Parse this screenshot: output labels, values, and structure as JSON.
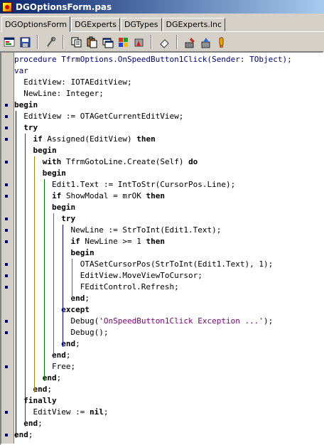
{
  "window": {
    "title": "DGOptionsForm.pas"
  },
  "tabs": [
    {
      "label": "DGOptionsForm",
      "active": true
    },
    {
      "label": "DGExperts",
      "active": false
    },
    {
      "label": "DGTypes",
      "active": false
    },
    {
      "label": "DGExperts.Inc",
      "active": false
    }
  ],
  "toolbar": {
    "icons": [
      "options-icon",
      "save-icon",
      "compile-icon",
      "copy-icon",
      "paste-icon",
      "form-icon",
      "windows-icon",
      "debug-icon",
      "run-icon",
      "eraser-icon",
      "brush-icon",
      "clean-icon",
      "info-icon"
    ]
  },
  "code": {
    "lines": [
      {
        "bp": false,
        "parts": [
          {
            "t": "procedure TfrmOptions.OnSpeedButton1Click(Sender: TObject);",
            "c": "kw-plain"
          }
        ]
      },
      {
        "bp": false,
        "parts": [
          {
            "t": "var",
            "c": "kw-plain"
          }
        ]
      },
      {
        "bp": false,
        "parts": [
          {
            "t": "  EditView: IOTAEditView;",
            "c": "ind"
          }
        ]
      },
      {
        "bp": false,
        "parts": [
          {
            "t": "  NewLine: Integer;",
            "c": "ind"
          }
        ]
      },
      {
        "bp": true,
        "parts": [
          {
            "t": "begin",
            "c": "kw"
          }
        ]
      },
      {
        "bp": true,
        "parts": [
          {
            "t": "  EditView := OTAGetCurrentEditView;",
            "c": "ind"
          }
        ]
      },
      {
        "bp": true,
        "parts": [
          {
            "t": "  ",
            "c": "ind"
          },
          {
            "t": "try",
            "c": "kw"
          }
        ]
      },
      {
        "bp": true,
        "parts": [
          {
            "t": "    ",
            "c": "ind"
          },
          {
            "t": "if",
            "c": "kw"
          },
          {
            "t": " Assigned(EditView) ",
            "c": "ind"
          },
          {
            "t": "then",
            "c": "kw"
          }
        ]
      },
      {
        "bp": false,
        "parts": [
          {
            "t": "    ",
            "c": "ind"
          },
          {
            "t": "begin",
            "c": "kw"
          }
        ]
      },
      {
        "bp": true,
        "parts": [
          {
            "t": "      ",
            "c": "ind"
          },
          {
            "t": "with",
            "c": "kw"
          },
          {
            "t": " TfrmGotoLine.Create(Self) ",
            "c": "ind"
          },
          {
            "t": "do",
            "c": "kw"
          }
        ]
      },
      {
        "bp": false,
        "parts": [
          {
            "t": "      ",
            "c": "ind"
          },
          {
            "t": "begin",
            "c": "kw"
          }
        ]
      },
      {
        "bp": true,
        "parts": [
          {
            "t": "        Edit1.Text := IntToStr(CursorPos.Line);",
            "c": "ind"
          }
        ]
      },
      {
        "bp": true,
        "parts": [
          {
            "t": "        ",
            "c": "ind"
          },
          {
            "t": "if",
            "c": "kw"
          },
          {
            "t": " ShowModal = mrOK ",
            "c": "ind"
          },
          {
            "t": "then",
            "c": "kw"
          }
        ]
      },
      {
        "bp": false,
        "parts": [
          {
            "t": "        ",
            "c": "ind"
          },
          {
            "t": "begin",
            "c": "kw"
          }
        ]
      },
      {
        "bp": true,
        "parts": [
          {
            "t": "          ",
            "c": "ind"
          },
          {
            "t": "try",
            "c": "kw"
          }
        ]
      },
      {
        "bp": true,
        "parts": [
          {
            "t": "            NewLine := StrToInt(Edit1.Text);",
            "c": "ind"
          }
        ]
      },
      {
        "bp": true,
        "parts": [
          {
            "t": "            ",
            "c": "ind"
          },
          {
            "t": "if",
            "c": "kw"
          },
          {
            "t": " NewLine >= 1 ",
            "c": "ind"
          },
          {
            "t": "then",
            "c": "kw"
          }
        ]
      },
      {
        "bp": false,
        "parts": [
          {
            "t": "            ",
            "c": "ind"
          },
          {
            "t": "begin",
            "c": "kw"
          }
        ]
      },
      {
        "bp": true,
        "parts": [
          {
            "t": "              OTASetCursorPos(StrToInt(Edit1.Text), 1);",
            "c": "ind"
          }
        ]
      },
      {
        "bp": true,
        "parts": [
          {
            "t": "              EditView.MoveViewToCursor;",
            "c": "ind"
          }
        ]
      },
      {
        "bp": true,
        "parts": [
          {
            "t": "              FEditControl.Refresh;",
            "c": "ind"
          }
        ]
      },
      {
        "bp": false,
        "parts": [
          {
            "t": "            ",
            "c": "ind"
          },
          {
            "t": "end",
            "c": "kw"
          },
          {
            "t": ";",
            "c": "ind"
          }
        ]
      },
      {
        "bp": false,
        "parts": [
          {
            "t": "          ",
            "c": "ind"
          },
          {
            "t": "except",
            "c": "kw"
          }
        ]
      },
      {
        "bp": true,
        "parts": [
          {
            "t": "            Debug(",
            "c": "ind"
          },
          {
            "t": "'OnSpeedButton1Click Exception ...'",
            "c": "str"
          },
          {
            "t": ");",
            "c": "ind"
          }
        ]
      },
      {
        "bp": true,
        "parts": [
          {
            "t": "            Debug();",
            "c": "ind"
          }
        ]
      },
      {
        "bp": false,
        "parts": [
          {
            "t": "          ",
            "c": "ind"
          },
          {
            "t": "end",
            "c": "kw"
          },
          {
            "t": ";",
            "c": "ind"
          }
        ]
      },
      {
        "bp": false,
        "parts": [
          {
            "t": "        ",
            "c": "ind"
          },
          {
            "t": "end",
            "c": "kw"
          },
          {
            "t": ";",
            "c": "ind"
          }
        ]
      },
      {
        "bp": true,
        "parts": [
          {
            "t": "        Free;",
            "c": "ind"
          }
        ]
      },
      {
        "bp": false,
        "parts": [
          {
            "t": "      ",
            "c": "ind"
          },
          {
            "t": "end",
            "c": "kw"
          },
          {
            "t": ";",
            "c": "ind"
          }
        ]
      },
      {
        "bp": false,
        "parts": [
          {
            "t": "    ",
            "c": "ind"
          },
          {
            "t": "end",
            "c": "kw"
          },
          {
            "t": ";",
            "c": "ind"
          }
        ]
      },
      {
        "bp": false,
        "parts": [
          {
            "t": "  ",
            "c": "ind"
          },
          {
            "t": "finally",
            "c": "kw"
          }
        ]
      },
      {
        "bp": true,
        "parts": [
          {
            "t": "    EditView := ",
            "c": "ind"
          },
          {
            "t": "nil",
            "c": "kw"
          },
          {
            "t": ";",
            "c": "ind"
          }
        ]
      },
      {
        "bp": false,
        "parts": [
          {
            "t": "  ",
            "c": "ind"
          },
          {
            "t": "end",
            "c": "kw"
          },
          {
            "t": ";",
            "c": "ind"
          }
        ]
      },
      {
        "bp": true,
        "parts": [
          {
            "t": "end",
            "c": "kw"
          },
          {
            "t": ";",
            "c": "ind"
          }
        ]
      }
    ]
  }
}
